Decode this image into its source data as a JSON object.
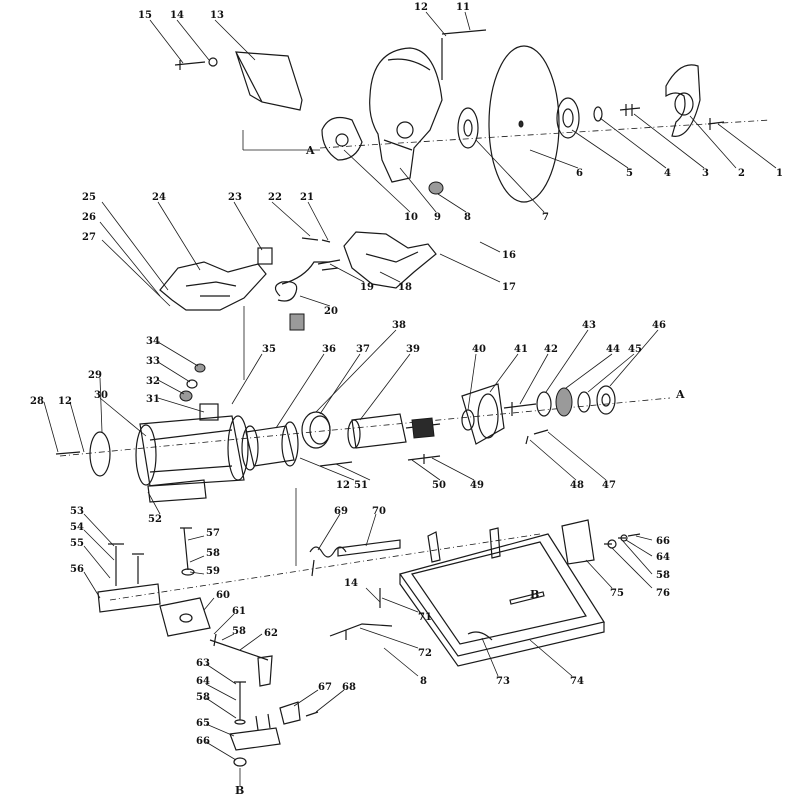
{
  "diagram": {
    "refs": {
      "a": "A",
      "b": "B"
    },
    "callouts": [
      "1",
      "2",
      "3",
      "4",
      "5",
      "6",
      "7",
      "8",
      "9",
      "10",
      "11",
      "12",
      "13",
      "14",
      "15",
      "16",
      "17",
      "18",
      "19",
      "20",
      "21",
      "22",
      "23",
      "24",
      "25",
      "26",
      "27",
      "28",
      "29",
      "30",
      "31",
      "32",
      "33",
      "34",
      "35",
      "36",
      "37",
      "38",
      "39",
      "40",
      "41",
      "42",
      "43",
      "44",
      "45",
      "46",
      "47",
      "48",
      "49",
      "50",
      "51",
      "52",
      "53",
      "54",
      "55",
      "56",
      "57",
      "58",
      "59",
      "60",
      "61",
      "62",
      "63",
      "64",
      "65",
      "66",
      "67",
      "68",
      "69",
      "70",
      "71",
      "72",
      "73",
      "74",
      "75",
      "76"
    ]
  }
}
